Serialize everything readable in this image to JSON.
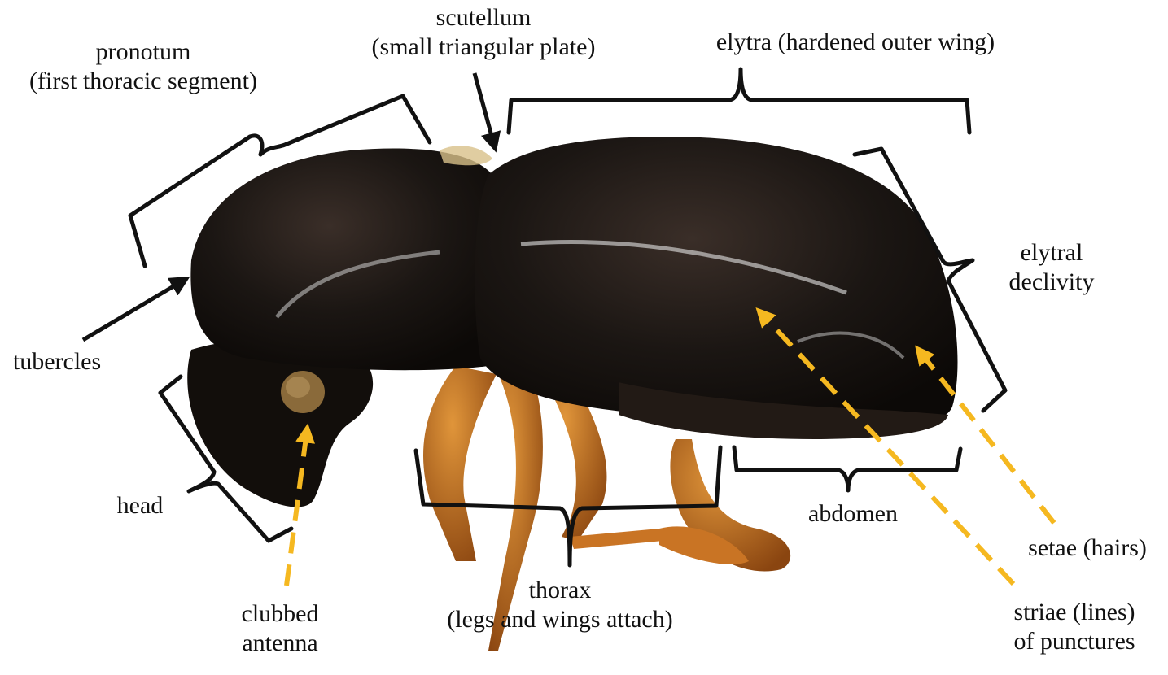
{
  "labels": {
    "pronotum": {
      "line1": "pronotum",
      "line2": "(first thoracic segment)"
    },
    "scutellum": {
      "line1": "scutellum",
      "line2": "(small triangular plate)"
    },
    "elytra": {
      "line1": "elytra (hardened outer wing)"
    },
    "declivity": {
      "line1": "elytral",
      "line2": "declivity"
    },
    "tubercles": {
      "line1": "tubercles"
    },
    "head": {
      "line1": "head"
    },
    "clubbed_antenna": {
      "line1": "clubbed",
      "line2": "antenna"
    },
    "thorax": {
      "line1": "thorax",
      "line2": "(legs and wings attach)"
    },
    "abdomen": {
      "line1": "abdomen"
    },
    "setae": {
      "line1": "setae (hairs)"
    },
    "striae": {
      "line1": "striae (lines)",
      "line2": "of punctures"
    }
  },
  "colors": {
    "bracket": "#111111",
    "arrow_yellow": "#f5b820",
    "beetle_body": "#1b1613",
    "beetle_legs": "#b8641a"
  }
}
